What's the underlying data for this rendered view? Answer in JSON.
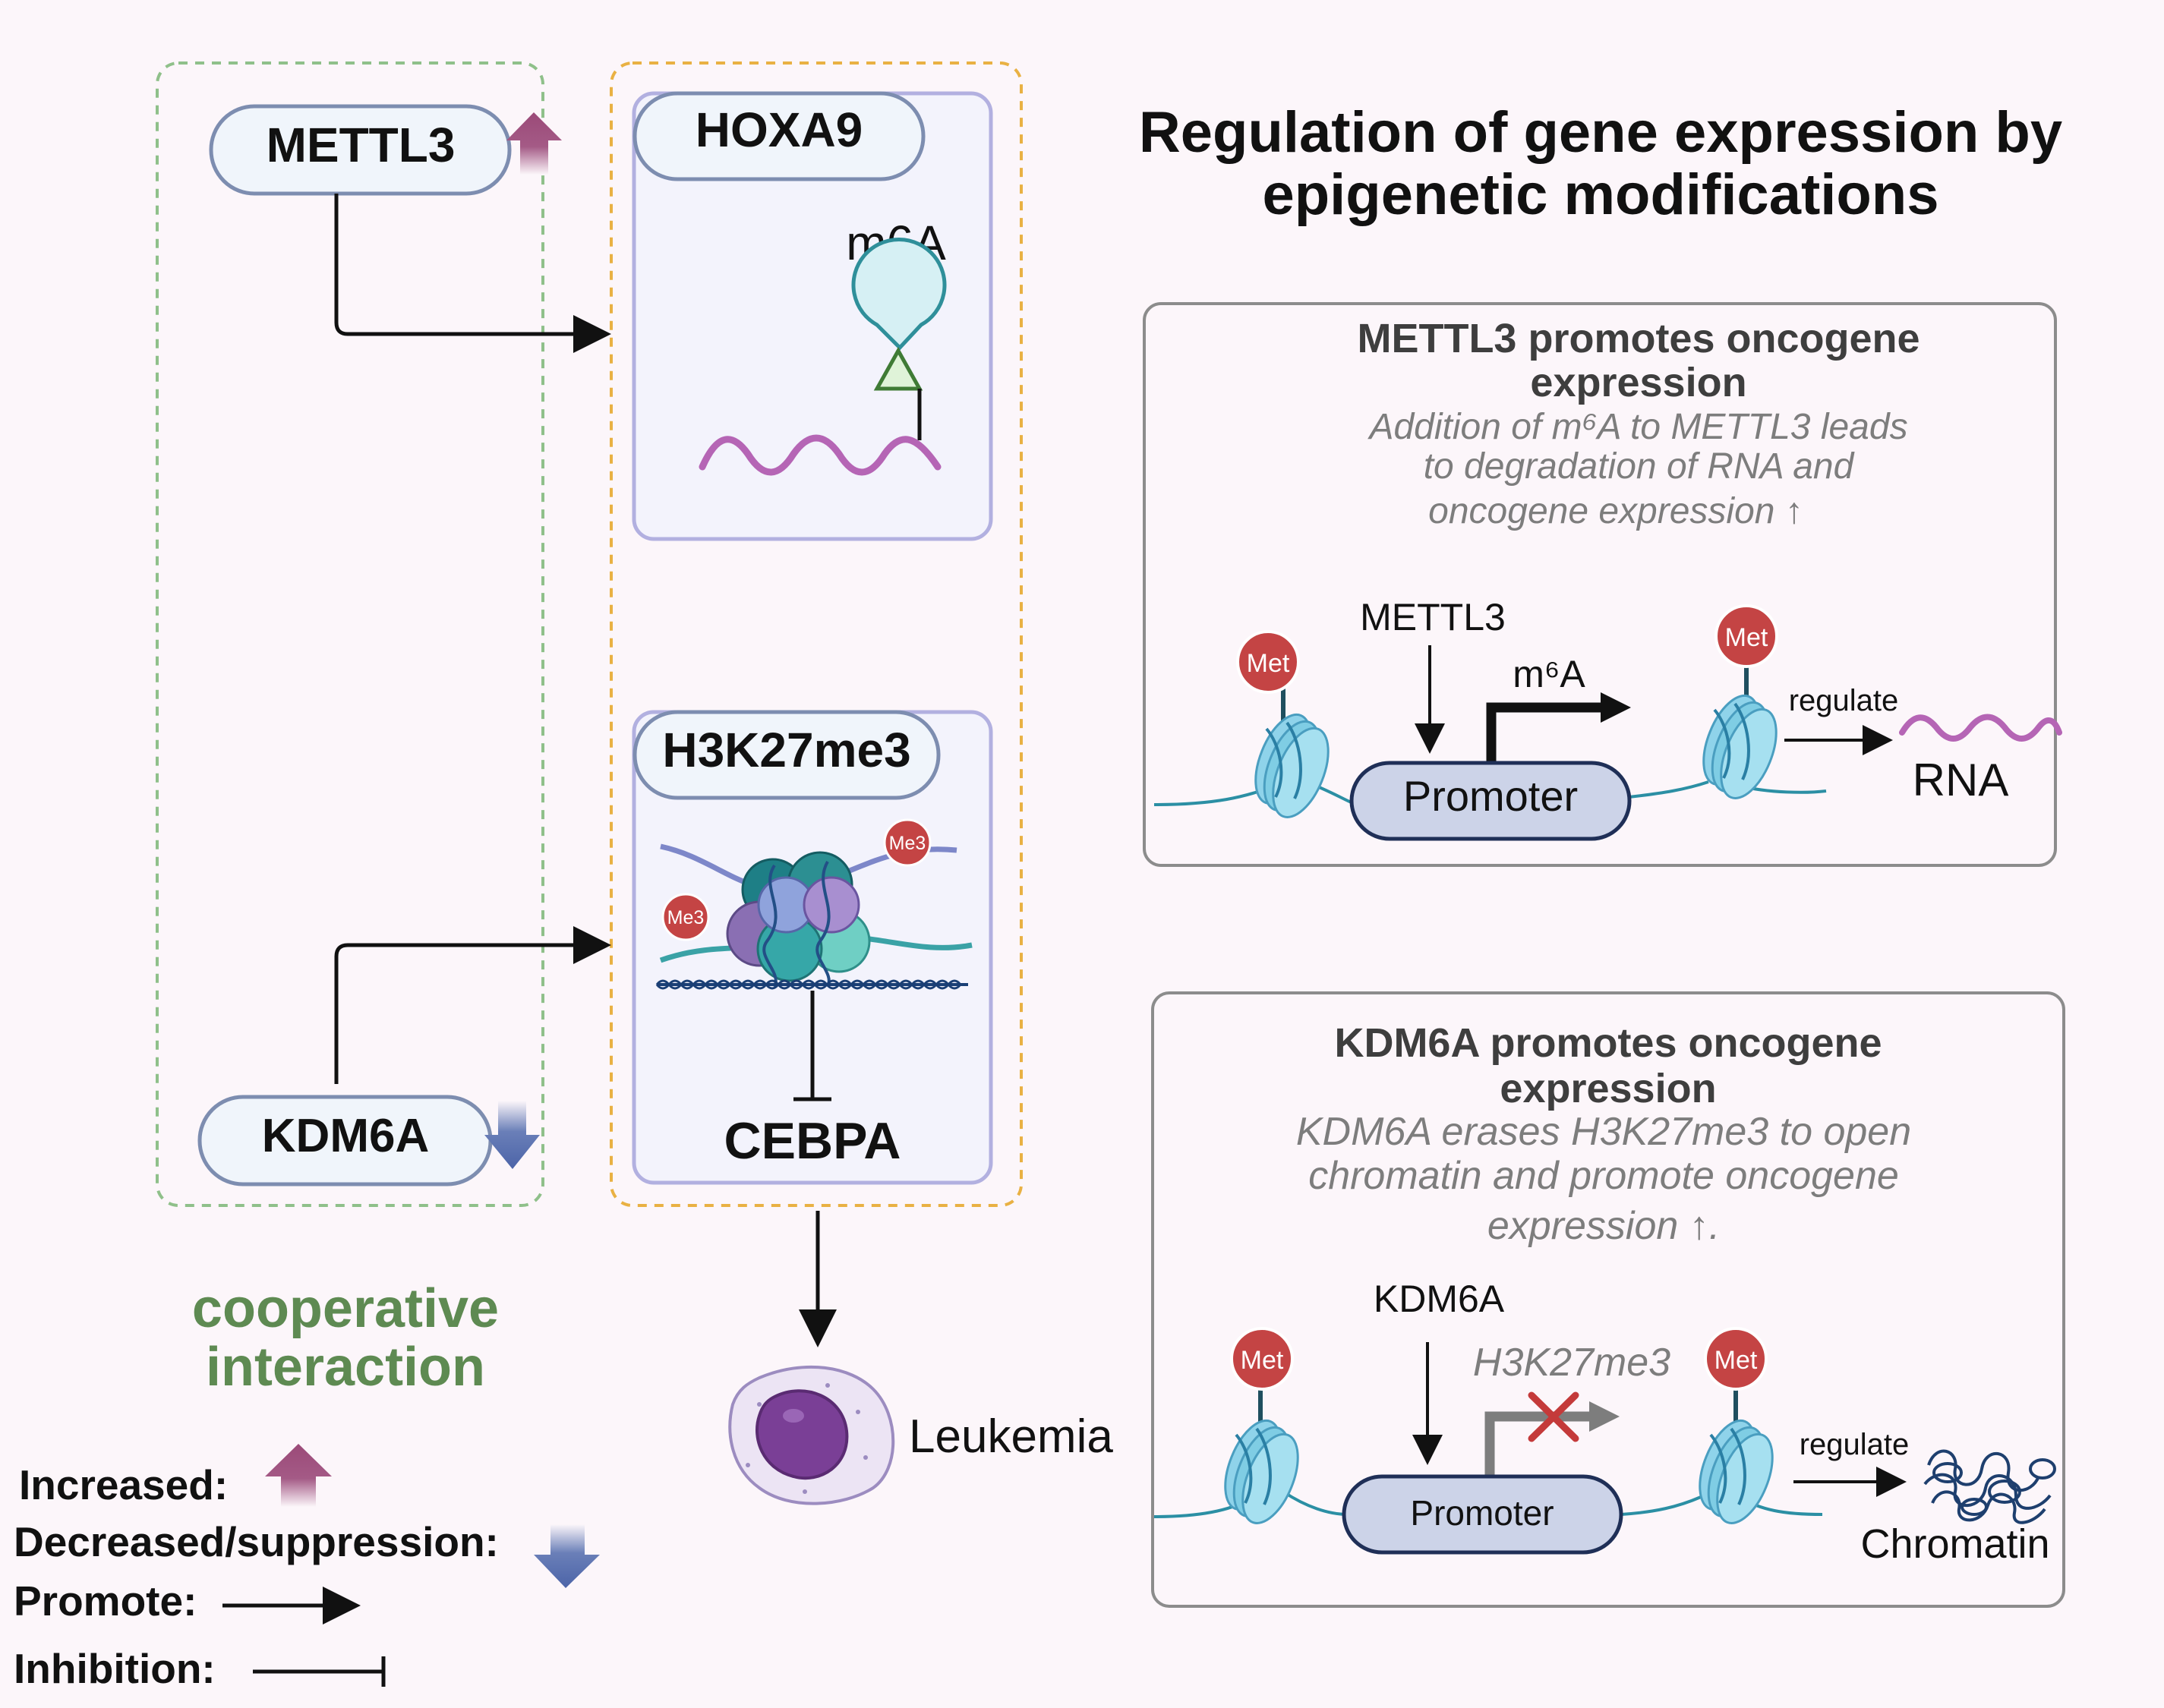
{
  "title": [
    "Regulation of gene expression by",
    "epigenetic modifications"
  ],
  "left": {
    "mettl3_label": "METTL3",
    "kdm6a_label": "KDM6A",
    "cooperative": [
      "cooperative",
      "interaction"
    ]
  },
  "middle": {
    "hoxa9_label": "HOXA9",
    "m6a_label": "m6A",
    "h3k27me3_label": "H3K27me3",
    "me3_badge": "Me3",
    "cebpa_label": "CEBPA",
    "leukemia_label": "Leukemia"
  },
  "panel1": {
    "heading": [
      "METTL3 promotes oncogene",
      "expression"
    ],
    "desc": [
      "Addition of m⁶A to METTL3 leads",
      "to degradation of RNA and",
      "oncogene expression ↑"
    ],
    "enzyme_label": "METTL3",
    "mark_label": "m⁶A",
    "met_badge": "Met",
    "promoter_label": "Promoter",
    "regulate_label": "regulate",
    "target_label": "RNA"
  },
  "panel2": {
    "heading": [
      "KDM6A promotes oncogene",
      "expression"
    ],
    "desc": [
      "KDM6A erases H3K27me3 to open",
      "chromatin and promote oncogene",
      "expression ↑."
    ],
    "enzyme_label": "KDM6A",
    "mark_label": "H3K27me3",
    "met_badge": "Met",
    "promoter_label": "Promoter",
    "regulate_label": "regulate",
    "target_label": "Chromatin"
  },
  "legend": {
    "increased": "Increased:",
    "decreased": "Decreased/suppression:",
    "promote": "Promote:",
    "inhibition": "Inhibition:"
  },
  "colors": {
    "background": "#fcf6fa",
    "increase_arrow": "#9b4a78",
    "decrease_arrow": "#4c64a8",
    "cooperative_green": "#5e8a52",
    "dashed_green": "#8fc08a",
    "dashed_orange": "#e9b143",
    "nucleosome": "#7fcde4",
    "met_red": "#c44444",
    "rna_purple": "#b565b5",
    "promoter_fill": "#ccd3e8"
  }
}
